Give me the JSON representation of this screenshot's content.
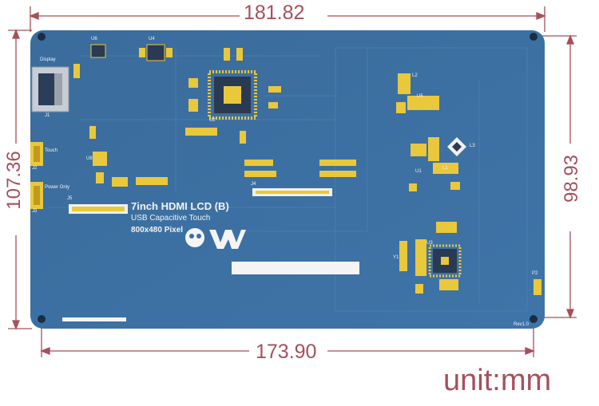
{
  "dimensions": {
    "board_width": "181.82",
    "mount_width": "173.90",
    "board_height": "107.36",
    "mount_height": "98.93"
  },
  "unit": "unit:mm",
  "board": {
    "title": "7inch HDMI LCD (B)",
    "subtitle": "USB Capacitive Touch",
    "resolution": "800x480 Pixel",
    "revision": "Rev1.0",
    "labels": {
      "display": "Display",
      "touch": "Touch",
      "power_only": "Power Only",
      "j1": "J1",
      "j2": "J2",
      "j3": "J3",
      "j4": "J4",
      "j5": "J5",
      "u1": "U1",
      "u2": "U2",
      "u3": "U3",
      "u4": "U4",
      "u5": "U5",
      "u6": "U6",
      "u8": "U8",
      "y1": "Y1",
      "l1": "L1",
      "l2": "L2",
      "l3": "L3",
      "p2": "P2"
    }
  },
  "colors": {
    "board": "#3c6ea0",
    "dimension": "#a5505c",
    "silkscreen": "#f2f2f2",
    "pad": "#e9c83c"
  }
}
